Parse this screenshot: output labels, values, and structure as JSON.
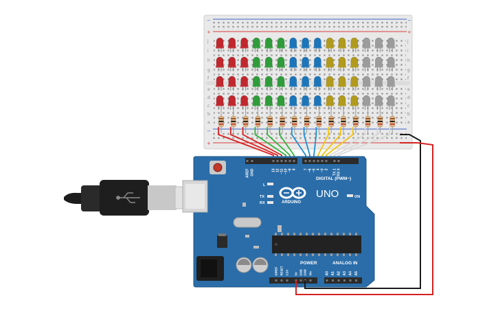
{
  "colors": {
    "background": "#ffffff",
    "breadboard": "#e9e9e9",
    "rail_red": "#d83a3a",
    "rail_blue": "#3a62c9",
    "board": "#2a6da9",
    "board_edge": "#1e5688",
    "header": "#2b2b2b",
    "chip": "#222222",
    "wire_red": "#d62020",
    "wire_black": "#1a1a1a"
  },
  "breadboard": {
    "rail_plus": "+",
    "rail_minus": "−",
    "row_labels_top": [
      "j",
      "i",
      "h",
      "g",
      "f"
    ],
    "row_labels_bottom": [
      "e",
      "d",
      "c",
      "b",
      "a"
    ]
  },
  "leds": {
    "count_per_column": 4,
    "columns": [
      {
        "color": "#c1272d"
      },
      {
        "color": "#c1272d"
      },
      {
        "color": "#c1272d"
      },
      {
        "color": "#2f9c3a"
      },
      {
        "color": "#2f9c3a"
      },
      {
        "color": "#2f9c3a"
      },
      {
        "color": "#1b75bb"
      },
      {
        "color": "#1b75bb"
      },
      {
        "color": "#1b75bb"
      },
      {
        "color": "#b29b1c"
      },
      {
        "color": "#b29b1c"
      },
      {
        "color": "#b29b1c"
      },
      {
        "color": "#9c9c9c"
      },
      {
        "color": "#9c9c9c"
      },
      {
        "color": "#9c9c9c"
      }
    ],
    "wire_colors": [
      "#d62020",
      "#d62020",
      "#d62020",
      "#2fb33a",
      "#2fb33a",
      "#2fb33a",
      "#1b8fd6",
      "#1b8fd6",
      "#1b8fd6",
      "#f2c40f",
      "#f2c40f",
      "#f2c40f",
      "#ffffff",
      "#ffffff",
      "#ffffff"
    ]
  },
  "arduino": {
    "logo_text": "ARDUINO",
    "model": "UNO",
    "digital_label": "DIGITAL (PWM~)",
    "power_label": "POWER",
    "analog_label": "ANALOG IN",
    "on_label": "ON",
    "led_labels": [
      "L",
      "TX",
      "RX"
    ],
    "digital_pins": [
      "AREF",
      "GND",
      "13",
      "12",
      "~11",
      "~10",
      "~9",
      "8",
      "7",
      "~6",
      "~5",
      "4",
      "~3",
      "2",
      "TX 1",
      "RX 0"
    ],
    "power_pins": [
      "IOREF",
      "RESET",
      "3.3V",
      "5V",
      "GND",
      "GND",
      "Vin"
    ],
    "analog_pins": [
      "A0",
      "A1",
      "A2",
      "A3",
      "A4",
      "A5"
    ]
  }
}
